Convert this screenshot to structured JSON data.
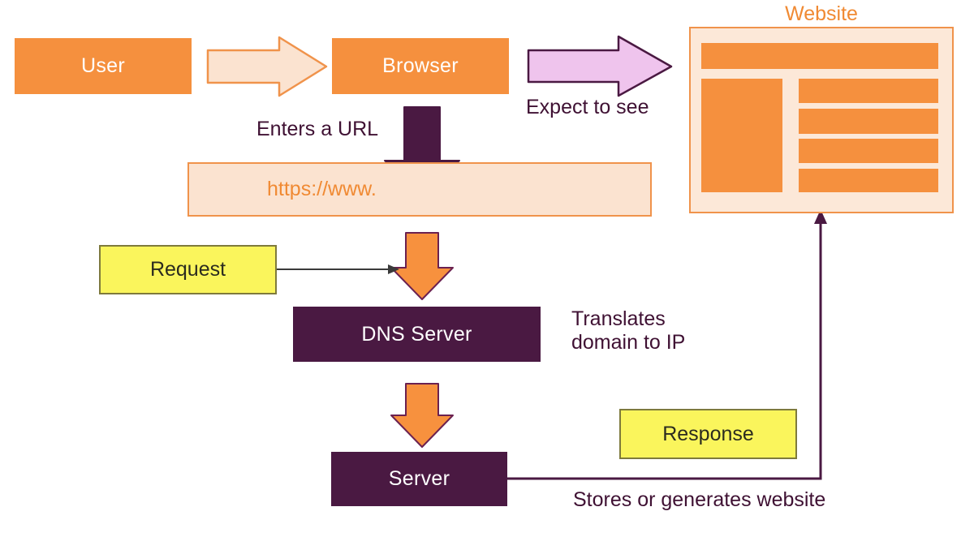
{
  "diagram": {
    "title_label": "Website",
    "nodes": {
      "user": "User",
      "browser": "Browser",
      "urlbar": "https://www.",
      "request": "Request",
      "dns_server": "DNS Server",
      "server": "Server",
      "response": "Response"
    },
    "captions": {
      "enters_url": "Enters a URL",
      "expect_to_see": "Expect to see",
      "translates": "Translates\ndomain to IP",
      "stores": "Stores or generates website"
    },
    "website_mockup": {
      "header_bar": "",
      "sidebar_panel": "",
      "content_rows": [
        "",
        "",
        "",
        ""
      ]
    },
    "colors": {
      "orange_fill": "#F5903E",
      "orange_stroke": "#F0934B",
      "peach_fill": "#FBE3D0",
      "purple_fill": "#4A1942",
      "purple_stroke": "#4A1942",
      "lavender_fill": "#EFC4ED",
      "yellow_fill": "#FAF55C",
      "yellow_stroke": "#7E7A3C",
      "text_purple": "#3F1133",
      "white": "#FFFFFF"
    }
  }
}
